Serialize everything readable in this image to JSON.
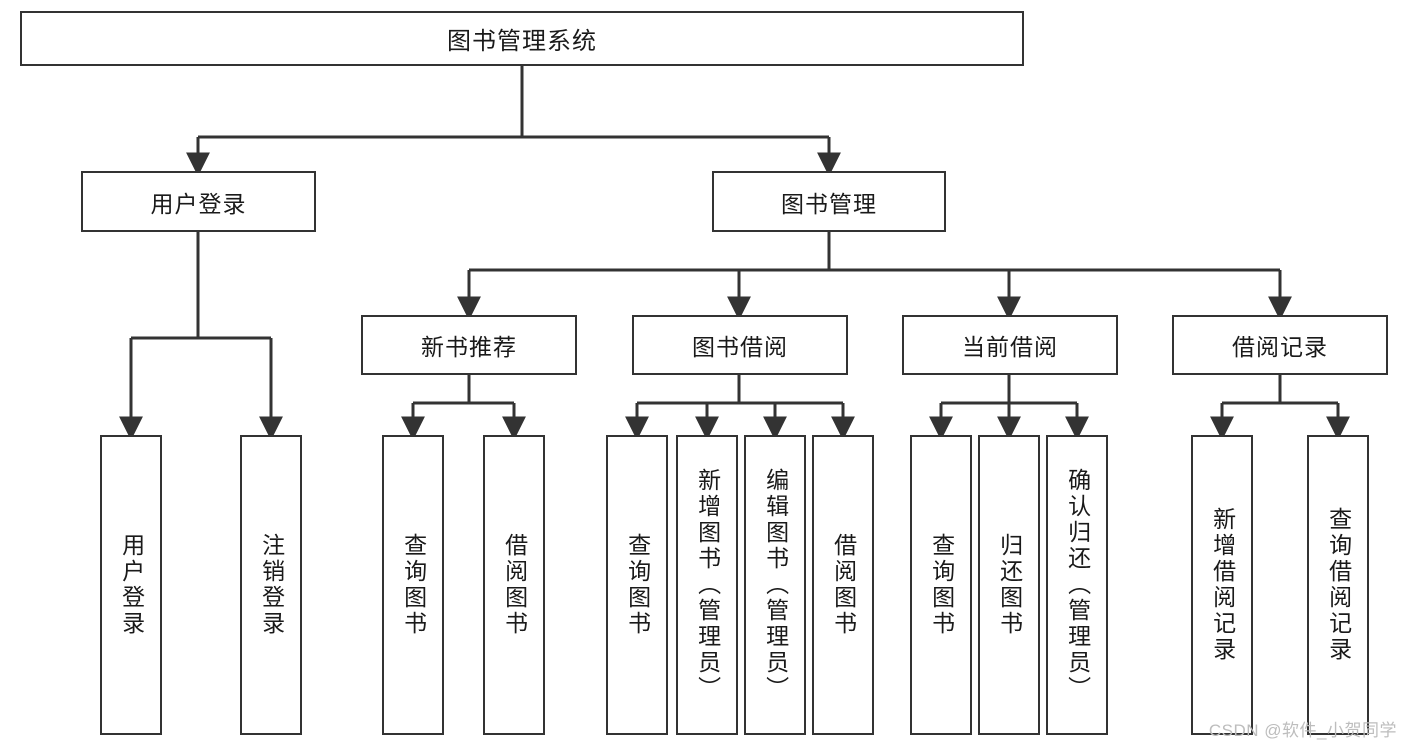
{
  "diagram": {
    "title": "图书管理系统",
    "type": "tree-diagram",
    "root": {
      "label": "图书管理系统"
    },
    "level2": [
      {
        "label": "用户登录"
      },
      {
        "label": "图书管理"
      }
    ],
    "level3": [
      {
        "label": "新书推荐"
      },
      {
        "label": "图书借阅"
      },
      {
        "label": "当前借阅"
      },
      {
        "label": "借阅记录"
      }
    ],
    "leaves": {
      "user_login": [
        {
          "label": "用户登录"
        },
        {
          "label": "注销登录"
        }
      ],
      "new_book_recommend": [
        {
          "label": "查询图书"
        },
        {
          "label": "借阅图书"
        }
      ],
      "book_borrow": [
        {
          "label": "查询图书"
        },
        {
          "label": "新增图书（管理员）"
        },
        {
          "label": "编辑图书（管理员）"
        },
        {
          "label": "借阅图书"
        }
      ],
      "current_borrow": [
        {
          "label": "查询图书"
        },
        {
          "label": "归还图书"
        },
        {
          "label": "确认归还（管理员）"
        }
      ],
      "borrow_record": [
        {
          "label": "新增借阅记录"
        },
        {
          "label": "查询借阅记录"
        }
      ]
    }
  },
  "watermark": {
    "text": "CSDN @软件_小贺同学"
  },
  "colors": {
    "stroke": "#333333",
    "background": "#ffffff",
    "text": "#1a1a1a",
    "watermark": "#bdbdbd"
  }
}
